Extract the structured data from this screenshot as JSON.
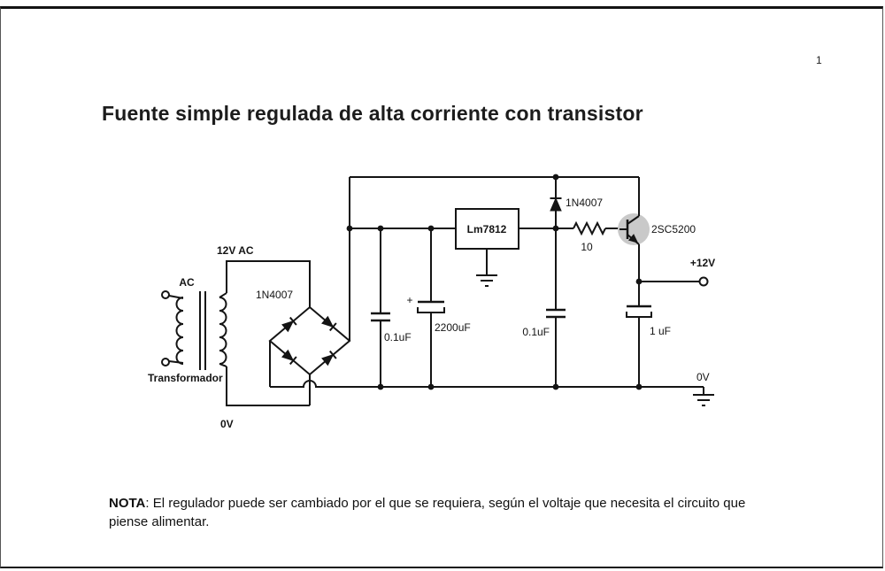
{
  "page": {
    "number": "1",
    "title": "Fuente simple regulada de alta corriente con transistor",
    "note": {
      "label": "NOTA",
      "text": ": El regulador puede ser cambiado por el que se requiera, según el voltaje que necesita el circuito que piense alimentar."
    }
  },
  "circuit": {
    "transformer": {
      "ac_label": "AC",
      "name": "Transformador",
      "secondary_top": "12V AC",
      "secondary_bottom": "0V"
    },
    "bridge": {
      "diode_label": "1N4007"
    },
    "capacitors": {
      "c1": "0.1uF",
      "c2": "2200uF",
      "c2_polarity": "+",
      "c3": "0.1uF",
      "c4": "1 uF"
    },
    "regulator": {
      "label": "Lm7812"
    },
    "bypass_diode": {
      "label": "1N4007"
    },
    "resistor": {
      "label": "10"
    },
    "transistor": {
      "label": "2SC5200"
    },
    "output": {
      "positive": "+12V",
      "ground": "0V"
    },
    "colors": {
      "line": "#141414",
      "transistor_fill": "#c9c9c9"
    }
  }
}
